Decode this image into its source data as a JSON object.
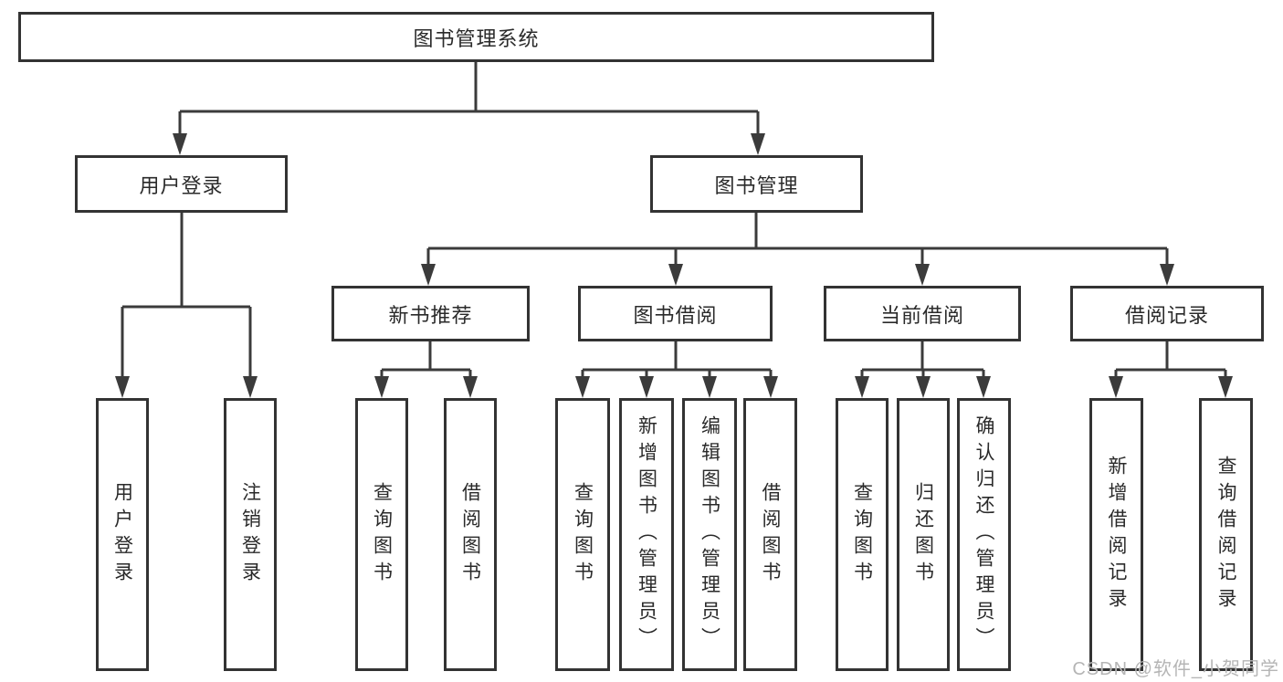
{
  "diagram": {
    "root": {
      "label": "图书管理系统"
    },
    "level1": [
      {
        "id": "user-login",
        "label": "用户登录",
        "children": [
          {
            "id": "leaf-user-login",
            "label": "用户登录"
          },
          {
            "id": "leaf-logout",
            "label": "注销登录"
          }
        ]
      },
      {
        "id": "book-management",
        "label": "图书管理",
        "children": [
          {
            "id": "new-book-recommend",
            "label": "新书推荐",
            "children": [
              {
                "label": "查询图书"
              },
              {
                "label": "借阅图书"
              }
            ]
          },
          {
            "id": "book-borrowing",
            "label": "图书借阅",
            "children": [
              {
                "label": "查询图书"
              },
              {
                "label": "新增图书（管理员）"
              },
              {
                "label": "编辑图书（管理员）"
              },
              {
                "label": "借阅图书"
              }
            ]
          },
          {
            "id": "current-borrowing",
            "label": "当前借阅",
            "children": [
              {
                "label": "查询图书"
              },
              {
                "label": "归还图书"
              },
              {
                "label": "确认归还（管理员）"
              }
            ]
          },
          {
            "id": "borrowing-records",
            "label": "借阅记录",
            "children": [
              {
                "label": "新增借阅记录"
              },
              {
                "label": "查询借阅记录"
              }
            ]
          }
        ]
      }
    ]
  },
  "watermark": {
    "text": "CSDN @软件_小贺同学"
  },
  "colors": {
    "line": "#3b3b3b",
    "box_border": "#333333",
    "text": "#2a2a2a",
    "watermark": "#b5b5b5",
    "background": "#ffffff"
  }
}
